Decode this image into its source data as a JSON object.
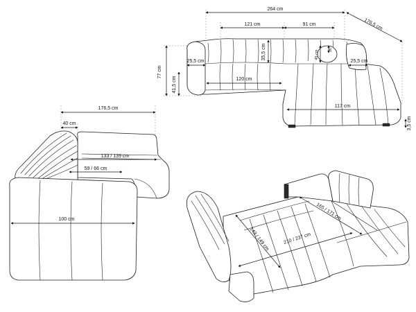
{
  "views": {
    "top_right": {
      "total_width": "264 cm",
      "depth_right": "176,5 cm",
      "seat_width_left": "121 cm",
      "seat_width_right": "91 cm",
      "height_total": "77 cm",
      "seat_height": "41,5 cm",
      "back_cushion": "35,5 cm",
      "pillow": "45 cm",
      "pillow_height": "26",
      "arm_left": "25,5 cm",
      "arm_right": "25,5 cm",
      "seat_depth": "120 cm",
      "chaise_length": "117 cm",
      "leg_height": "3,5 cm"
    },
    "side_left": {
      "total_depth": "176,5 cm",
      "back_depth": "40 cm",
      "bed_depth": "133 / 139 cm",
      "seat_depth": "59 / 66 cm",
      "arm_width": "100 cm"
    },
    "bed_bottom_right": {
      "bed_length": "210 / 237 cm",
      "bed_width": "165 / 171 cm",
      "bed_width2": "143 / 149 cm"
    }
  }
}
